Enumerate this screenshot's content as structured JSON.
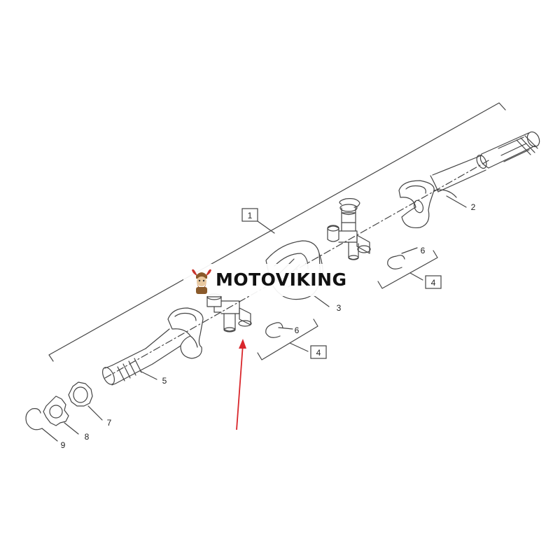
{
  "diagram": {
    "callouts": {
      "c1": "1",
      "c2": "2",
      "c3": "3",
      "c4a": "4",
      "c4b": "4",
      "c5": "5",
      "c6a": "6",
      "c6b": "6",
      "c7": "7",
      "c8": "8",
      "c9": "9"
    }
  },
  "watermark": {
    "brand": "MOTOVIKING"
  },
  "colors": {
    "line": "#444444",
    "arrow": "#d9262b",
    "logo_brown": "#8a5a2b",
    "logo_red": "#c8342c"
  }
}
